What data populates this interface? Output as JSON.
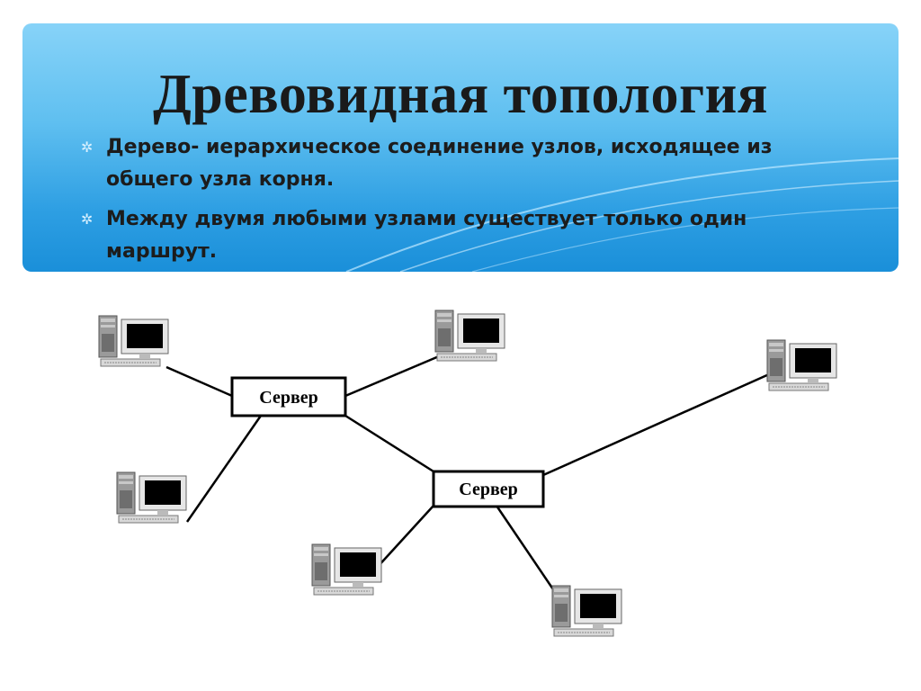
{
  "slide": {
    "title": "Древовидная топология",
    "bullets": [
      "Дерево- иерархическое соединение узлов, исходящее из общего узла корня.",
      "Между двумя любыми узлами существует только один маршрут."
    ],
    "bullet_marker": "✲"
  },
  "diagram": {
    "servers": [
      {
        "label": "Сервер"
      },
      {
        "label": "Сервер"
      }
    ],
    "computer_icon": "desktop-computer-icon",
    "computer_count": 6
  },
  "colors": {
    "header_top": "#87d3f8",
    "header_bottom": "#1a8fd9",
    "text": "#1a1a1a"
  }
}
